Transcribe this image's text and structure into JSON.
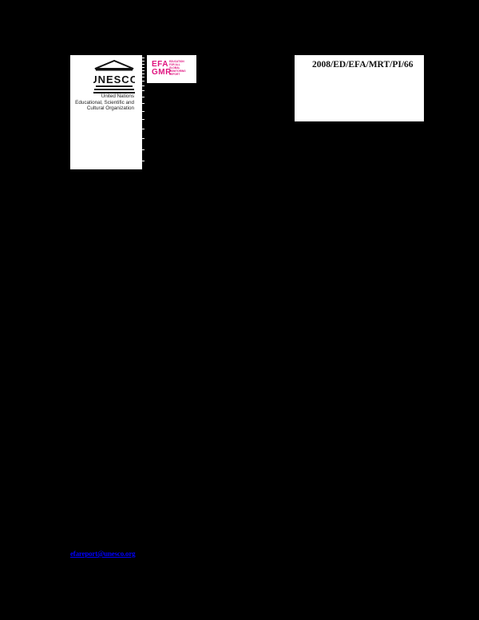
{
  "page": {
    "background": "#000000"
  },
  "unesco_block": {
    "logo_label": "UNESCO",
    "lines": [
      "United Nations",
      "Educational, Scientific and",
      "Cultural Organization"
    ]
  },
  "efa_gmr_logo": {
    "letters_top": "EFA",
    "letters_bottom": "GMR",
    "tagline_lines": [
      "EDUCATION",
      "FOR ALL",
      "GLOBAL",
      "MONITORING",
      "REPORT"
    ],
    "color": "#e0127f"
  },
  "document_code": "2008/ED/EFA/MRT/PI/66",
  "footer": {
    "email_link": "efareport@unesco.org",
    "link_color": "#0000ff"
  }
}
